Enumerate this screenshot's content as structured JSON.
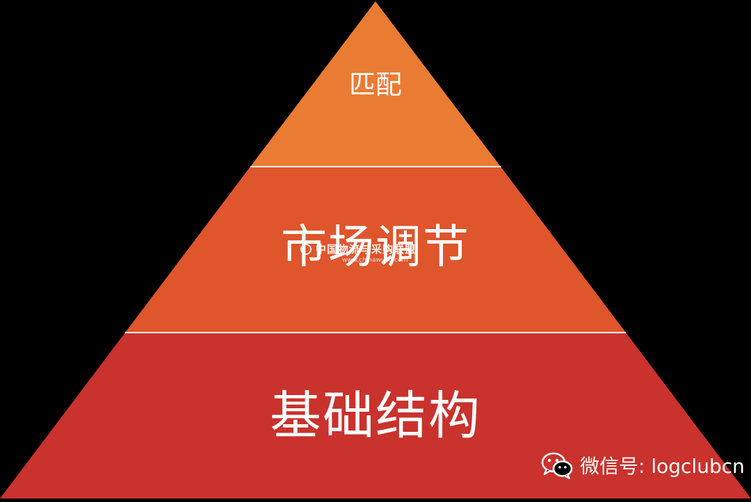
{
  "pyramid": {
    "tiers": [
      {
        "label": "匹配",
        "color": "#ea7b33"
      },
      {
        "label": "市场调节",
        "color": "#df552c"
      },
      {
        "label": "基础结构",
        "color": "#c9322d"
      }
    ],
    "divider_color": "#ffffff",
    "background": "#000000"
  },
  "watermark": {
    "text": "中国物流与采购联盟",
    "url": "www.chinawuliu.com"
  },
  "footer": {
    "wechat_label": "微信号: logclubcn"
  }
}
